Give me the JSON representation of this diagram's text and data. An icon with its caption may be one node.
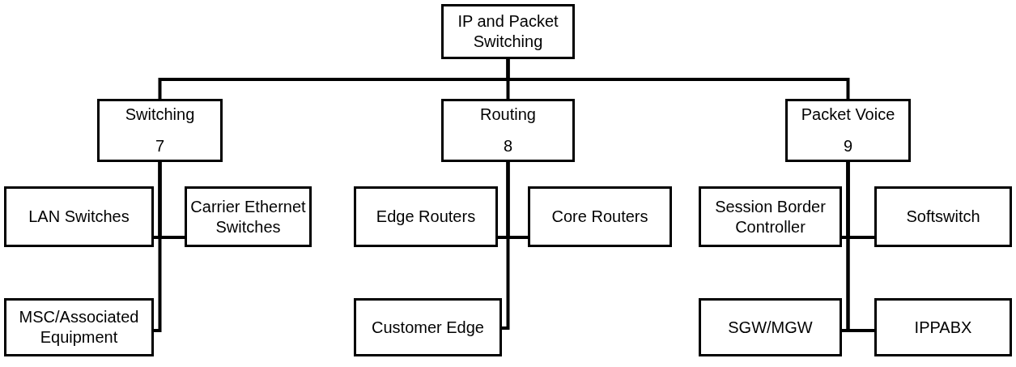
{
  "diagram": {
    "nodes": [
      {
        "text": [
          "IP and Packet Switching"
        ]
      },
      {
        "text": [
          "Switching",
          "7"
        ]
      },
      {
        "text": [
          "Routing",
          "8"
        ]
      },
      {
        "text": [
          "Packet Voice",
          "9"
        ]
      },
      {
        "text": [
          "LAN Switches"
        ]
      },
      {
        "text": [
          "Carrier Ethernet Switches"
        ]
      },
      {
        "text": [
          "MSC/Associated Equipment"
        ]
      },
      {
        "text": [
          "Edge Routers"
        ]
      },
      {
        "text": [
          "Core Routers"
        ]
      },
      {
        "text": [
          "Customer Edge"
        ]
      },
      {
        "text": [
          "Session Border Controller"
        ]
      },
      {
        "text": [
          "Softswitch"
        ]
      },
      {
        "text": [
          "SGW/MGW"
        ]
      },
      {
        "text": [
          "IPPABX"
        ]
      }
    ],
    "edges": [
      {
        "from": 0,
        "to": 1,
        "arrow": "none"
      },
      {
        "from": 0,
        "to": 2,
        "arrow": "none"
      },
      {
        "from": 0,
        "to": 3,
        "arrow": "none"
      },
      {
        "from": 1,
        "to": 4,
        "arrow": "none"
      },
      {
        "from": 1,
        "to": 5,
        "arrow": "none"
      },
      {
        "from": 1,
        "to": 6,
        "arrow": "none"
      },
      {
        "from": 2,
        "to": 7,
        "arrow": "none"
      },
      {
        "from": 2,
        "to": 8,
        "arrow": "none"
      },
      {
        "from": 2,
        "to": 9,
        "arrow": "none"
      },
      {
        "from": 3,
        "to": 10,
        "arrow": "none"
      },
      {
        "from": 3,
        "to": 11,
        "arrow": "none"
      },
      {
        "from": 3,
        "to": 12,
        "arrow": "none"
      },
      {
        "from": 3,
        "to": 13,
        "arrow": "none"
      }
    ]
  }
}
